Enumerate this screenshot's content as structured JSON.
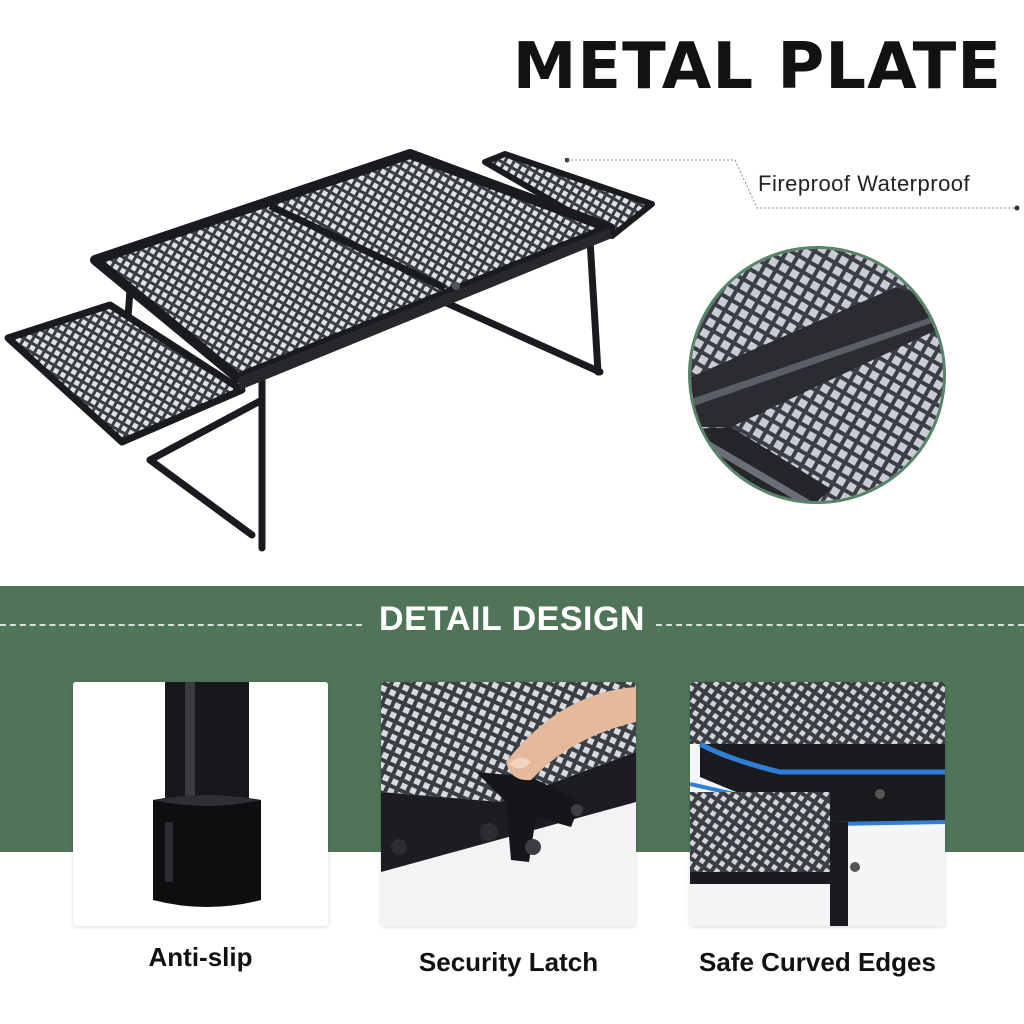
{
  "header": {
    "title": "METAL PLATE"
  },
  "feature": {
    "label": "Fireproof  Waterproof"
  },
  "detail": {
    "title": "DETAIL DESIGN",
    "items": [
      {
        "caption": "Anti-slip"
      },
      {
        "caption": "Security Latch"
      },
      {
        "caption": "Safe Curved Edges"
      }
    ]
  },
  "colors": {
    "band": "#4f7457",
    "text": "#121212",
    "edge_accent": "#2f7fd6"
  }
}
